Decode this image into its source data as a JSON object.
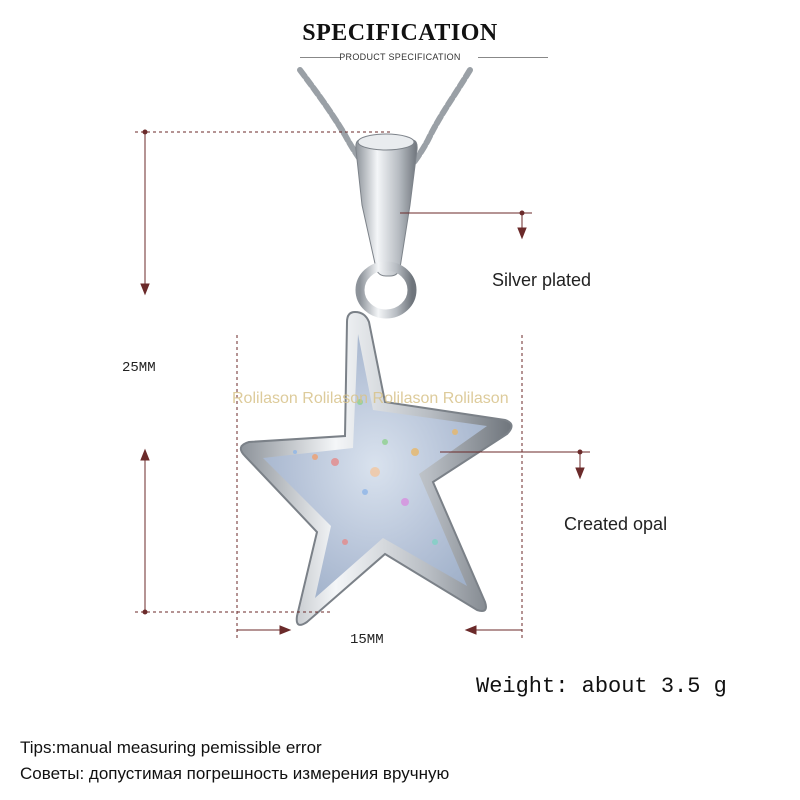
{
  "header": {
    "title": "SPECIFICATION",
    "subtitle": "PRODUCT SPECIFICATION"
  },
  "dimensions": {
    "height": "25MM",
    "width": "15MM"
  },
  "callouts": {
    "bail": "Silver plated",
    "stone": "Created opal"
  },
  "watermark": "Rolilason Rolilason Rolilason Rolilason",
  "weight": "Weight: about 3.5 g",
  "tips": {
    "en": "Tips:manual measuring pemissible error",
    "ru": "Советы: допустимая погрешность измерения вручную"
  },
  "colors": {
    "dimension_line": "#6b2a2a",
    "silver": "#c9cdd2",
    "opal": "#b9c6dc"
  }
}
